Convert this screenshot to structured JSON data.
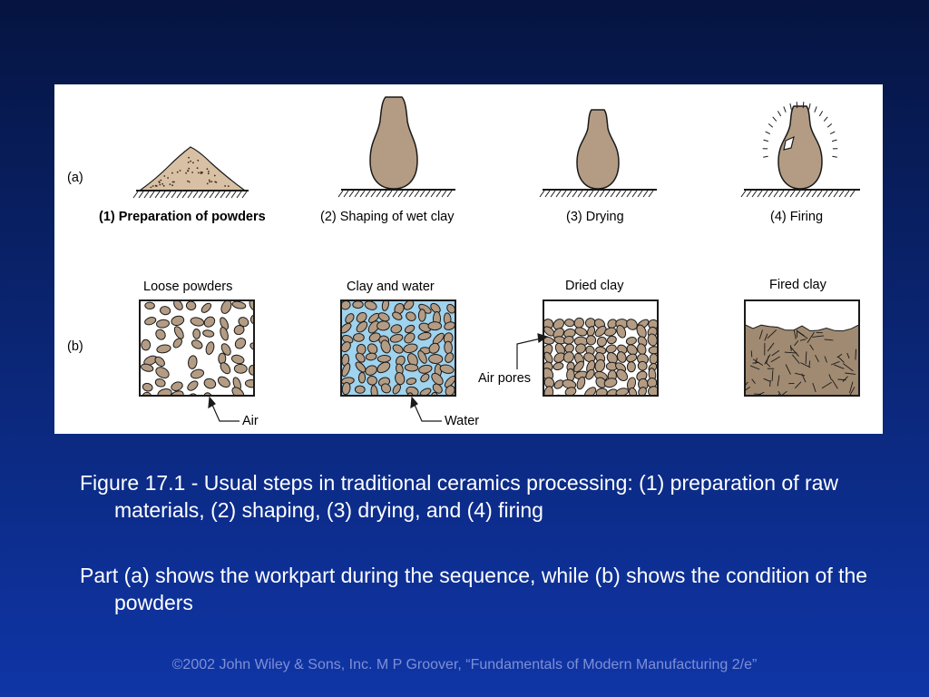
{
  "figure": {
    "row_a_label": "(a)",
    "row_b_label": "(b)",
    "steps": [
      "(1) Preparation of powders",
      "(2) Shaping of wet clay",
      "(3) Drying",
      "(4) Firing"
    ],
    "conditions": [
      "Loose powders",
      "Clay and water",
      "Dried clay",
      "Fired clay"
    ],
    "callouts": {
      "air": "Air",
      "water": "Water",
      "air_pores": "Air pores"
    },
    "colors": {
      "clay": "#b49c84",
      "clay_outline": "#1a1a1a",
      "water": "#9fd3ee",
      "powder_pile": "#d8c0a4"
    }
  },
  "caption": {
    "line1": "Figure 17.1 - Usual steps in traditional ceramics processing: (1) preparation of raw materials, (2) shaping, (3) drying, and (4) firing",
    "line2": "Part (a) shows the workpart during the sequence, while (b) shows the condition of the powders"
  },
  "copyright": "©2002 John Wiley & Sons, Inc.  M P Groover, “Fundamentals of Modern Manufacturing 2/e”"
}
